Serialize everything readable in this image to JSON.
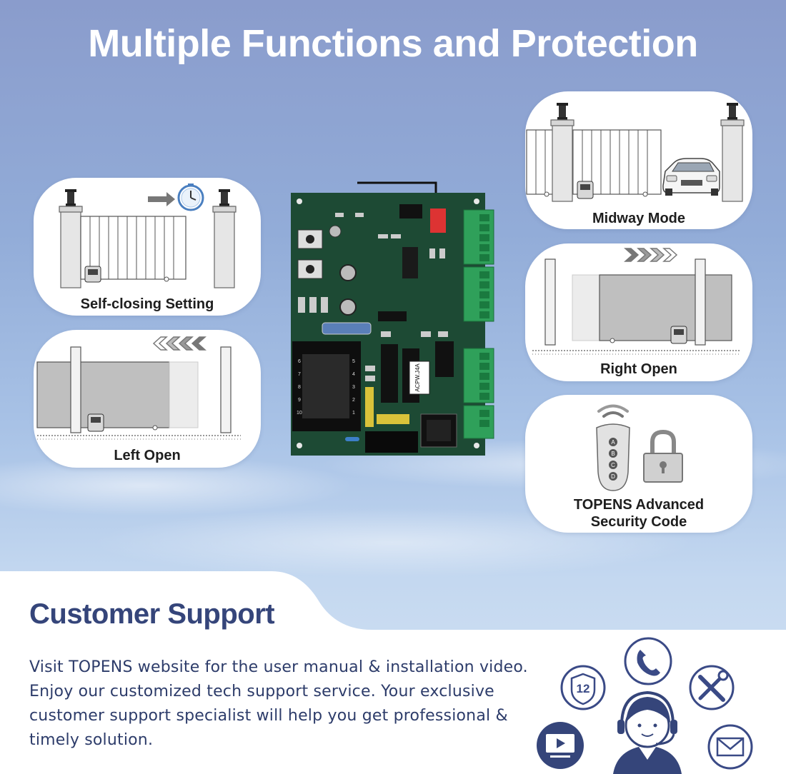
{
  "headline": "Multiple Functions and Protection",
  "features": {
    "self_closing": "Self-closing Setting",
    "left_open": "Left Open",
    "midway_mode": "Midway Mode",
    "right_open": "Right Open",
    "security_line1": "TOPENS Advanced",
    "security_line2": "Security Code"
  },
  "pcb": {
    "relay_label": "ACPW.J4A",
    "transformer_pins_left": [
      "6",
      "7",
      "8",
      "9",
      "10"
    ],
    "transformer_pins_right": [
      "5",
      "4",
      "3",
      "2",
      "1"
    ]
  },
  "remote_buttons": [
    "A",
    "B",
    "C",
    "D"
  ],
  "support": {
    "title": "Customer Support",
    "lines": [
      "Visit TOPENS website for the user manual & installation video.",
      "Enjoy our customized tech support service. Your exclusive",
      "customer support specialist will help you get professional &",
      "timely solution."
    ],
    "warranty_number": "12"
  },
  "colors": {
    "title_blue": "#35457a",
    "text_blue": "#2d3c6a",
    "icon_blue": "#3a4a86",
    "pcb_green": "#1d4a34",
    "terminal_green": "#2fa05a"
  }
}
